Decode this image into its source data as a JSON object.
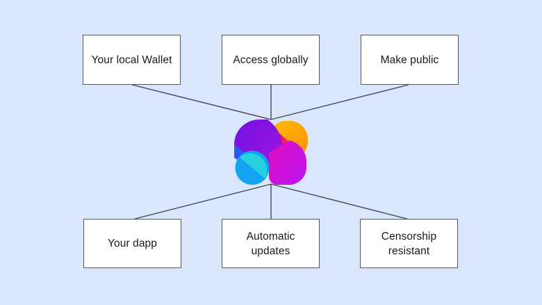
{
  "background": "#d9e6fc",
  "connector_color": "#45474b",
  "nodes": [
    {
      "label": "Your local Wallet"
    },
    {
      "label": "Access globally"
    },
    {
      "label": "Make public"
    },
    {
      "label": "Your dapp"
    },
    {
      "label": "Automatic updates"
    },
    {
      "label": "Censorship resistant"
    }
  ],
  "logo": {
    "name": "dappnet-logo",
    "colors": {
      "purple_start": "#7010e2",
      "purple_end": "#a316e0",
      "orange_start": "#ffb90a",
      "orange_end": "#fc9302",
      "pink_start": "#ed0950",
      "pink_end": "#fa2f86",
      "magenta_start": "#e00dbe",
      "magenta_end": "#bb16f4",
      "azure": "#12a3f2",
      "teal": "#25d1dc",
      "blue": "#2c57f8"
    }
  }
}
